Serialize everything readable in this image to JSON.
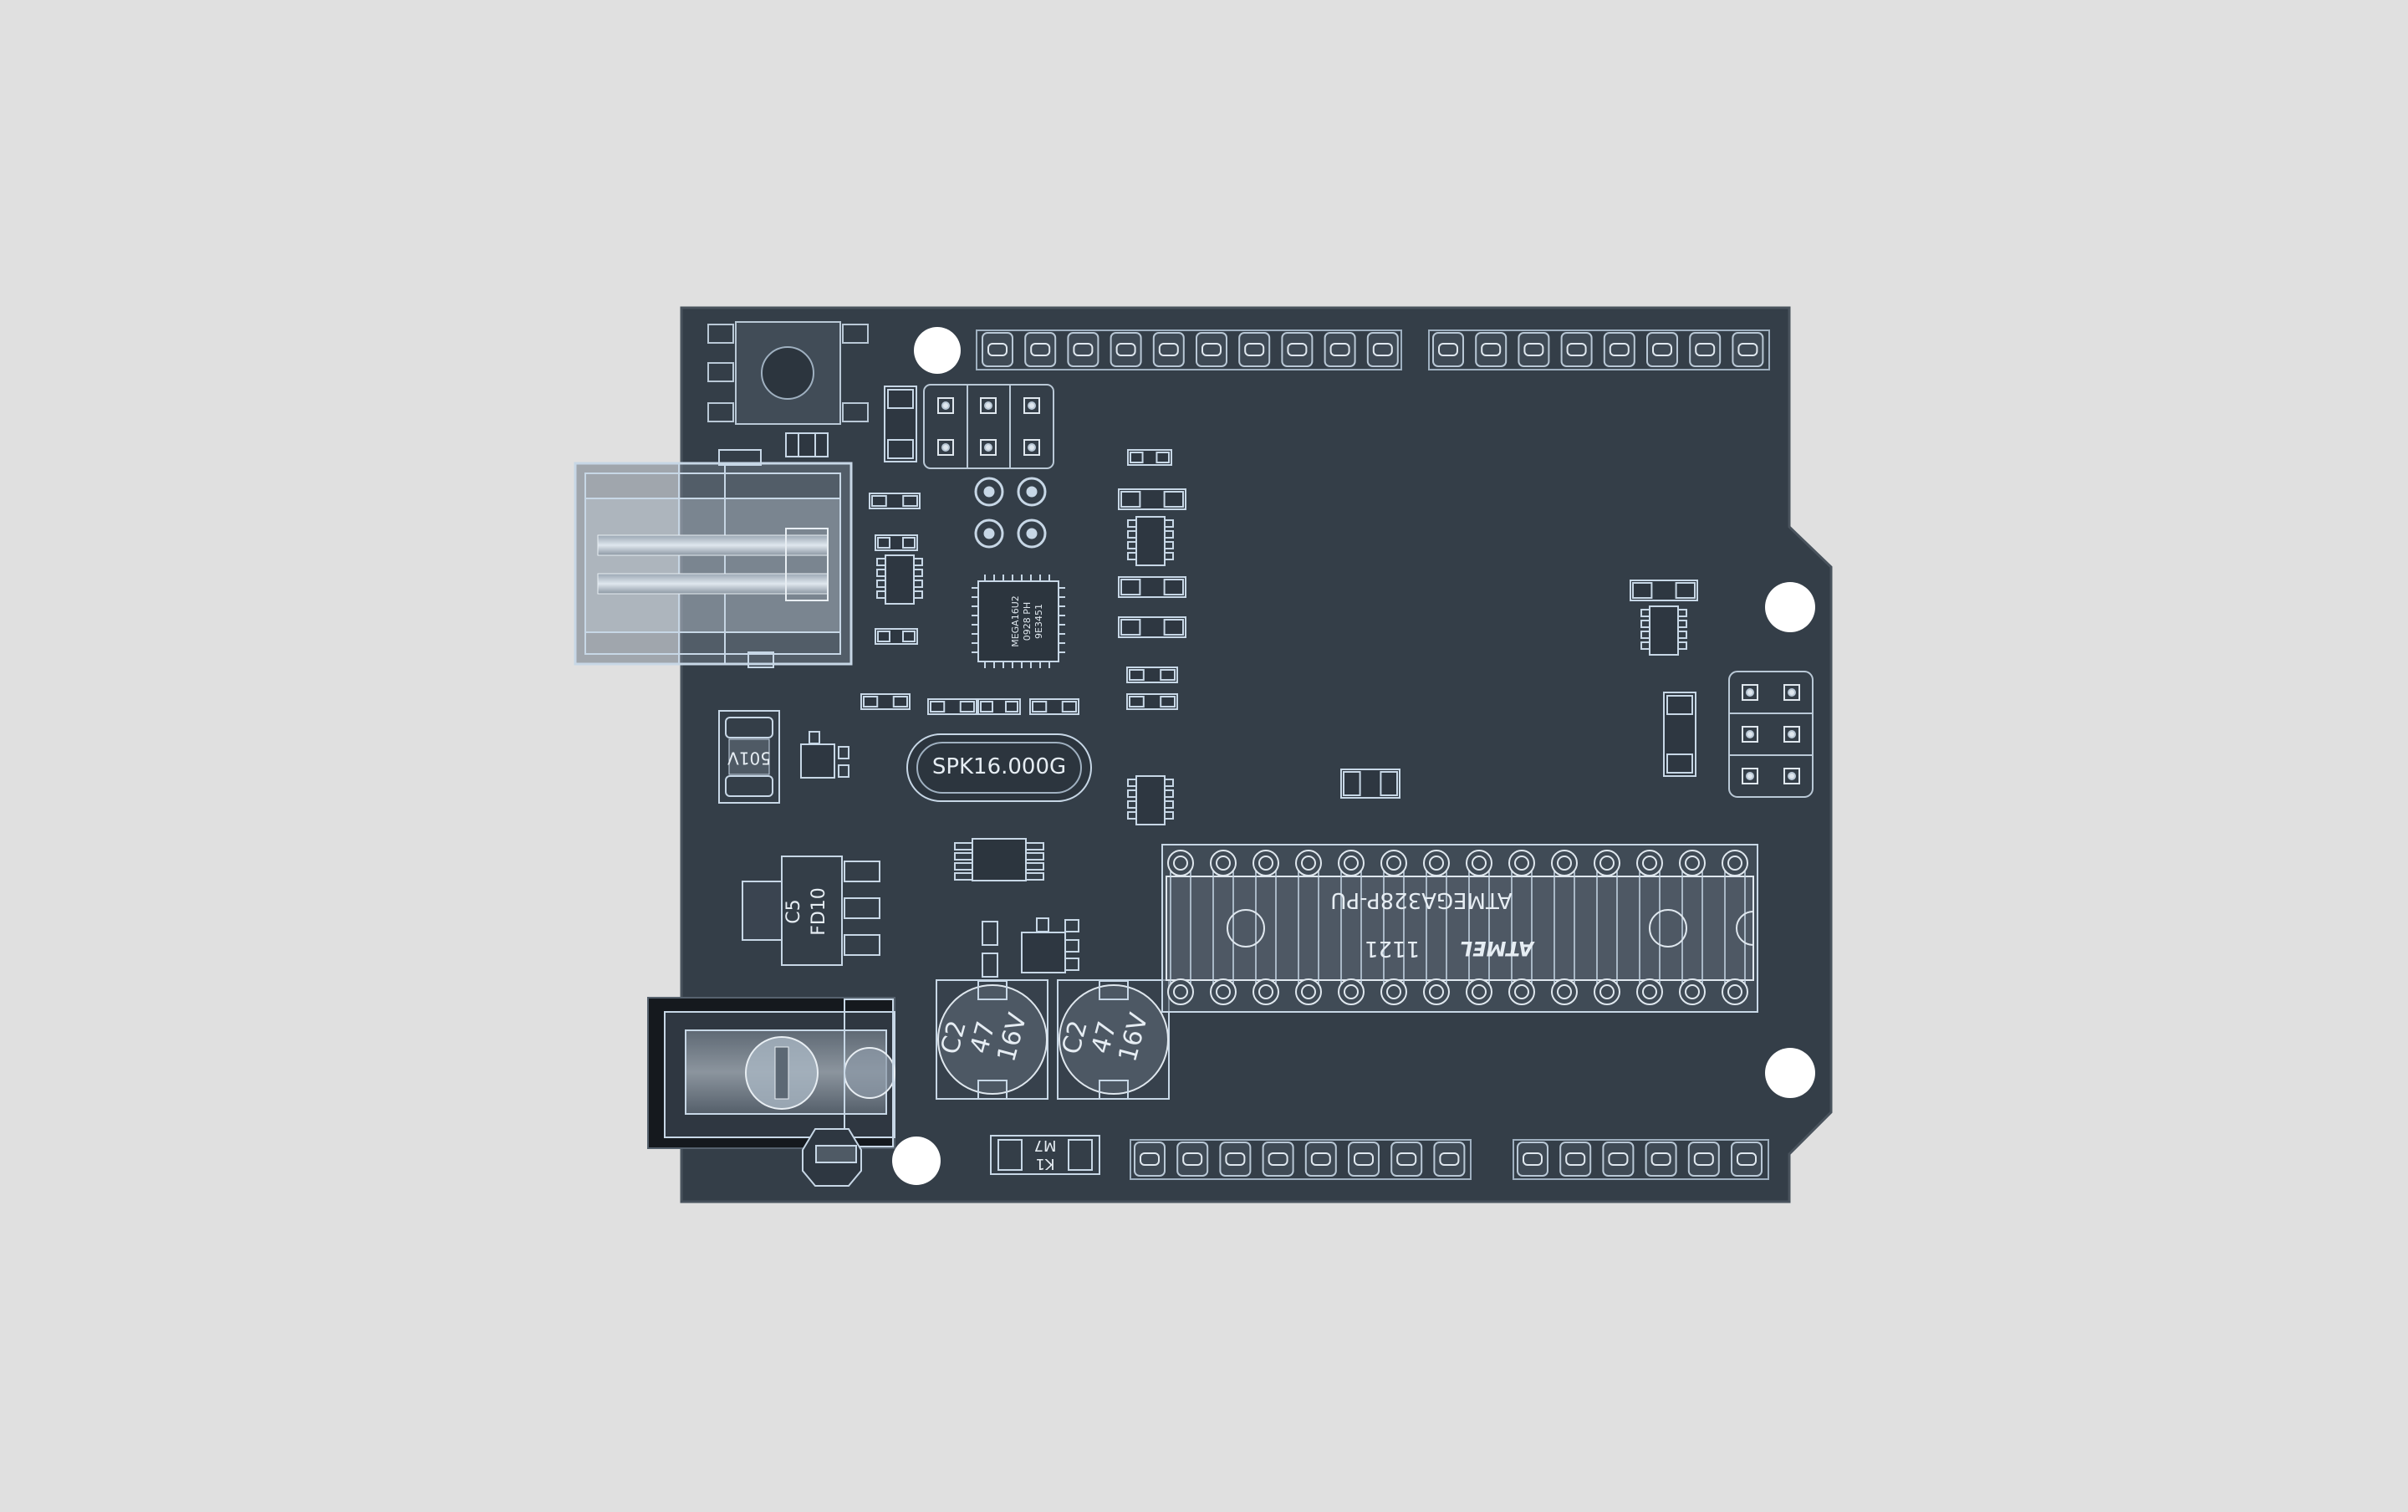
{
  "viewer": {
    "background": "#e0e0e0"
  },
  "board": {
    "color": "#343e48",
    "line_color": "#c7d7e6",
    "hole_color": "#ffffff"
  },
  "labels": {
    "crystal": "SPK16.000G",
    "mcu_line1": "ATMEGA328P-PU",
    "mcu_line2": "1121",
    "mcu_logo": "ATMEL",
    "usb_chip_line1": "MEGA16U2",
    "usb_chip_line2": "0928 PH",
    "usb_chip_line3": "9E3451",
    "regulator_line1": "C5",
    "regulator_line2": "FD10",
    "fuse_label": "501V",
    "cap1_line1": "C2",
    "cap1_line2": "47",
    "cap1_line3": "16V",
    "cap2_line1": "C2",
    "cap2_line2": "47",
    "cap2_line3": "16V",
    "resistor_label": "M7",
    "resistor_label2": "K1"
  }
}
